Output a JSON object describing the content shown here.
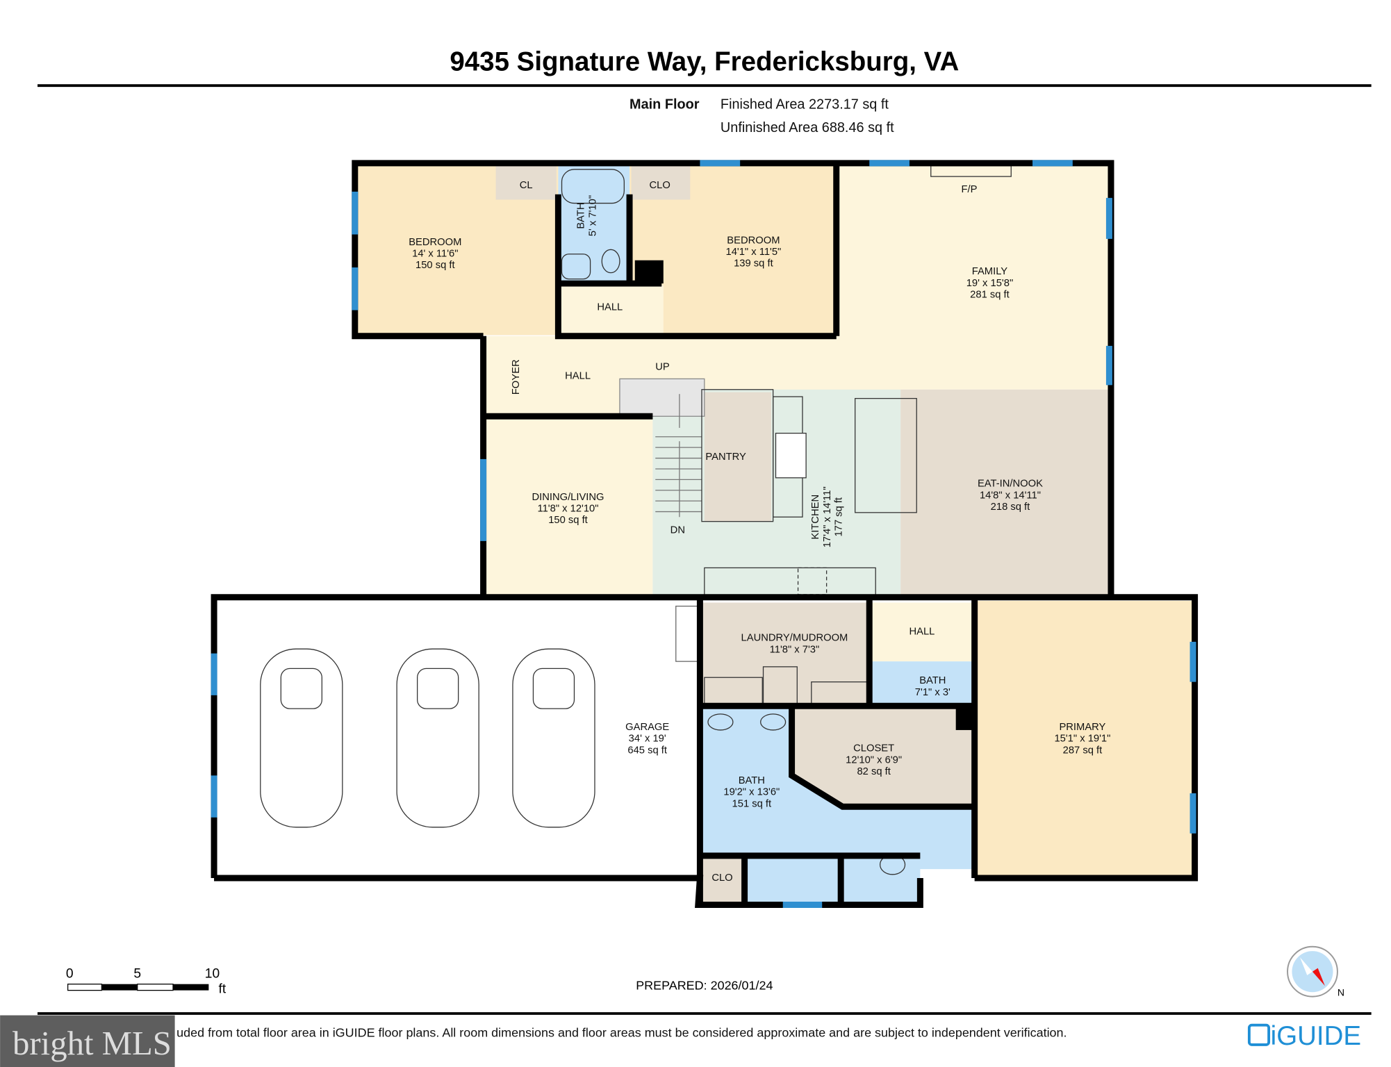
{
  "header": {
    "title": "9435 Signature Way, Fredericksburg, VA",
    "floor_name": "Main Floor",
    "finished_area": "Finished Area 2273.17 sq ft",
    "unfinished_area": "Unfinished Area 688.46 sq ft"
  },
  "rooms": [
    {
      "name": "BEDROOM",
      "dims": "14' x 11'6\"",
      "area": "150 sq ft"
    },
    {
      "name": "BEDROOM",
      "dims": "14'1\" x 11'5\"",
      "area": "139 sq ft"
    },
    {
      "name": "BATH",
      "dims": "5' x 7'10\""
    },
    {
      "name": "CL"
    },
    {
      "name": "CLO"
    },
    {
      "name": "HALL"
    },
    {
      "name": "FAMILY",
      "dims": "19' x 15'8\"",
      "area": "281 sq ft"
    },
    {
      "name": "F/P"
    },
    {
      "name": "FOYER"
    },
    {
      "name": "HALL"
    },
    {
      "name": "UP"
    },
    {
      "name": "PANTRY"
    },
    {
      "name": "DN"
    },
    {
      "name": "DINING/LIVING",
      "dims": "11'8\" x 12'10\"",
      "area": "150 sq ft"
    },
    {
      "name": "KITCHEN",
      "dims": "17'4\" x 14'11\"",
      "area": "177 sq ft"
    },
    {
      "name": "EAT-IN/NOOK",
      "dims": "14'8\" x 14'11\"",
      "area": "218 sq ft"
    },
    {
      "name": "GARAGE",
      "dims": "34' x 19'",
      "area": "645 sq ft"
    },
    {
      "name": "LAUNDRY/MUDROOM",
      "dims": "11'8\" x 7'3\""
    },
    {
      "name": "HALL"
    },
    {
      "name": "BATH",
      "dims": "7'1\" x 3'"
    },
    {
      "name": "CLOSET",
      "dims": "12'10\" x 6'9\"",
      "area": "82 sq ft"
    },
    {
      "name": "BATH",
      "dims": "19'2\" x 13'6\"",
      "area": "151 sq ft"
    },
    {
      "name": "PRIMARY",
      "dims": "15'1\" x 19'1\"",
      "area": "287 sq ft"
    },
    {
      "name": "CLO"
    }
  ],
  "scale_bar": {
    "ticks": [
      "0",
      "5",
      "10"
    ],
    "unit": "ft"
  },
  "prepared": "PREPARED: 2026/01/24",
  "compass": {
    "label": "N",
    "icon": "compass-icon"
  },
  "footer": {
    "disclaimer": "uded from total floor area in iGUIDE floor plans. All room dimensions and floor areas must be considered approximate and are subject to independent verification.",
    "mls_logo": "bright MLS",
    "brand_logo": "iGUIDE"
  },
  "colors": {
    "bedroom": "#fbe9c3",
    "living": "#fdf5dc",
    "bath": "#c4e2f8",
    "closet": "#e6ddd0",
    "kitchen": "#e2eee6",
    "window": "#2f8fd0",
    "brand": "#1f8fd6"
  }
}
